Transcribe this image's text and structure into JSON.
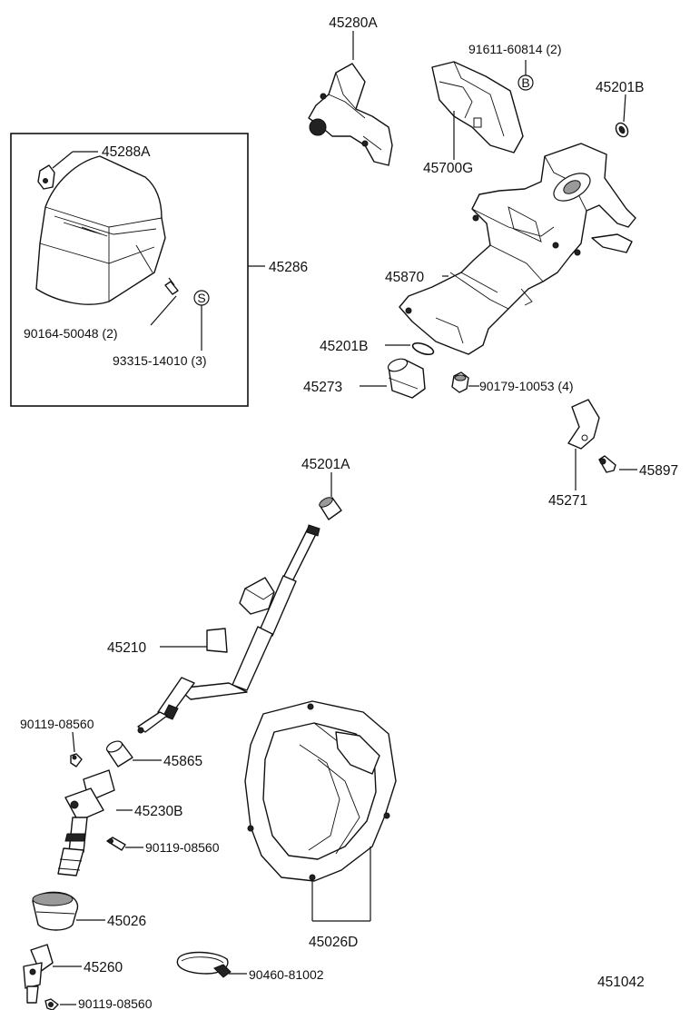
{
  "diagram_id": "451042",
  "callouts": {
    "p45280A": "45280A",
    "p91611": "91611-60814 (2)",
    "p45201B_top": "45201B",
    "p45700G": "45700G",
    "p45288A": "45288A",
    "p45286": "45286",
    "p90164": "90164-50048 (2)",
    "p93315": "93315-14010 (3)",
    "p45870": "45870",
    "p45201B_mid": "45201B",
    "p45273": "45273",
    "p90179": "90179-10053 (4)",
    "p45897": "45897",
    "p45271": "45271",
    "p45201A": "45201A",
    "p45210": "45210",
    "p90119_a": "90119-08560",
    "p45865": "45865",
    "p45230B": "45230B",
    "p90119_b": "90119-08560",
    "p45026": "45026",
    "p45026D": "45026D",
    "p45260": "45260",
    "p90460": "90460-81002",
    "p90119_c": "90119-08560"
  },
  "markers": {
    "b_marker": "B",
    "s_marker": "S"
  }
}
